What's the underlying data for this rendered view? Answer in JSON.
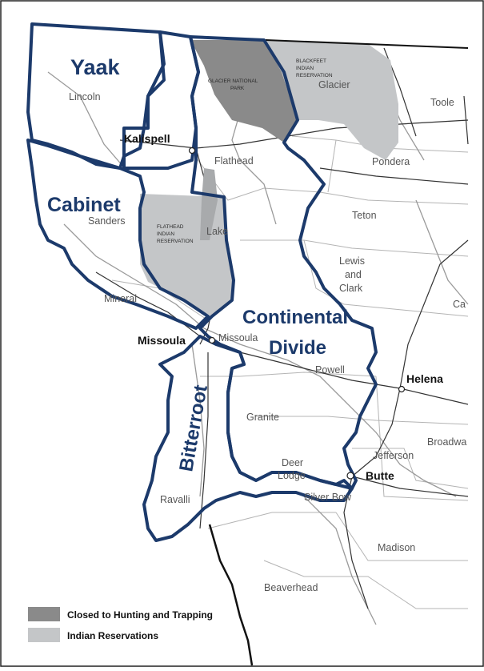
{
  "colors": {
    "closed_area": "#8a8a8a",
    "reservation": "#c4c6c8",
    "unit_border": "#1c3a6b",
    "river": "#999999",
    "road": "#333333"
  },
  "regions": {
    "yaak": "Yaak",
    "cabinet": "Cabinet",
    "bitterroot": "Bitterroot",
    "continental_line1": "Continental",
    "continental_line2": "Divide"
  },
  "cities": {
    "kalispell": "Kalispell",
    "missoula": "Missoula",
    "helena": "Helena",
    "butte": "Butte"
  },
  "counties": {
    "lincoln": "Lincoln",
    "flathead": "Flathead",
    "glacier": "Glacier",
    "toole": "Toole",
    "pondera": "Pondera",
    "sanders": "Sanders",
    "lake": "Lake",
    "teton": "Teton",
    "lewis_line1": "Lewis",
    "lewis_line2": "and",
    "lewis_line3": "Clark",
    "mineral": "Mineral",
    "missoula": "Missoula",
    "powell": "Powell",
    "granite": "Granite",
    "deer_line1": "Deer",
    "deer_line2": "Lodge",
    "silver_bow": "Silver Bow",
    "jefferson": "Jefferson",
    "broadwater": "Broadwa",
    "cascade": "Ca",
    "ravalli": "Ravalli",
    "madison": "Madison",
    "beaverhead": "Beaverhead"
  },
  "small_labels": {
    "glacier_np_line1": "GLACIER NATIONAL",
    "glacier_np_line2": "PARK",
    "blackfeet_line1": "BLACKFEET",
    "blackfeet_line2": "INDIAN",
    "blackfeet_line3": "RESERVATION",
    "flathead_res_line1": "FLATHEAD",
    "flathead_res_line2": "INDIAN",
    "flathead_res_line3": "RESERVATION"
  },
  "legend": {
    "items": [
      {
        "label": "Closed to Hunting and Trapping",
        "color": "#8a8a8a"
      },
      {
        "label": "Indian Reservations",
        "color": "#c4c6c8"
      }
    ]
  }
}
